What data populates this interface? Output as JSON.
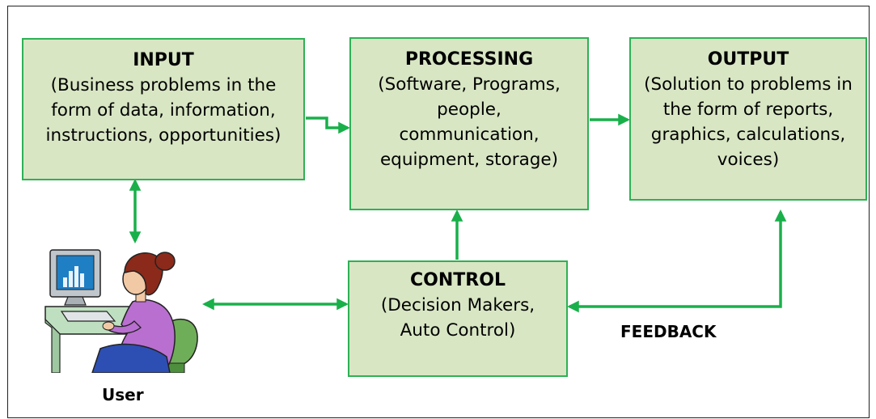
{
  "input": {
    "title": "INPUT",
    "description": "(Business problems in the form of data, information, instructions, opportunities)"
  },
  "processing": {
    "title": "PROCESSING",
    "description": "(Software, Programs, people, communication, equipment, storage)"
  },
  "output": {
    "title": "OUTPUT",
    "description": "(Solution to problems in the form of reports, graphics, calculations, voices)"
  },
  "control": {
    "title": "CONTROL",
    "description": "(Decision Makers, Auto Control)"
  },
  "labels": {
    "feedback": "FEEDBACK",
    "user": "User"
  },
  "colors": {
    "box_fill": "#d8e6c4",
    "box_border": "#2eb155",
    "arrow": "#19b04a"
  },
  "icons": {
    "user_illustration": "user-at-computer-icon"
  }
}
